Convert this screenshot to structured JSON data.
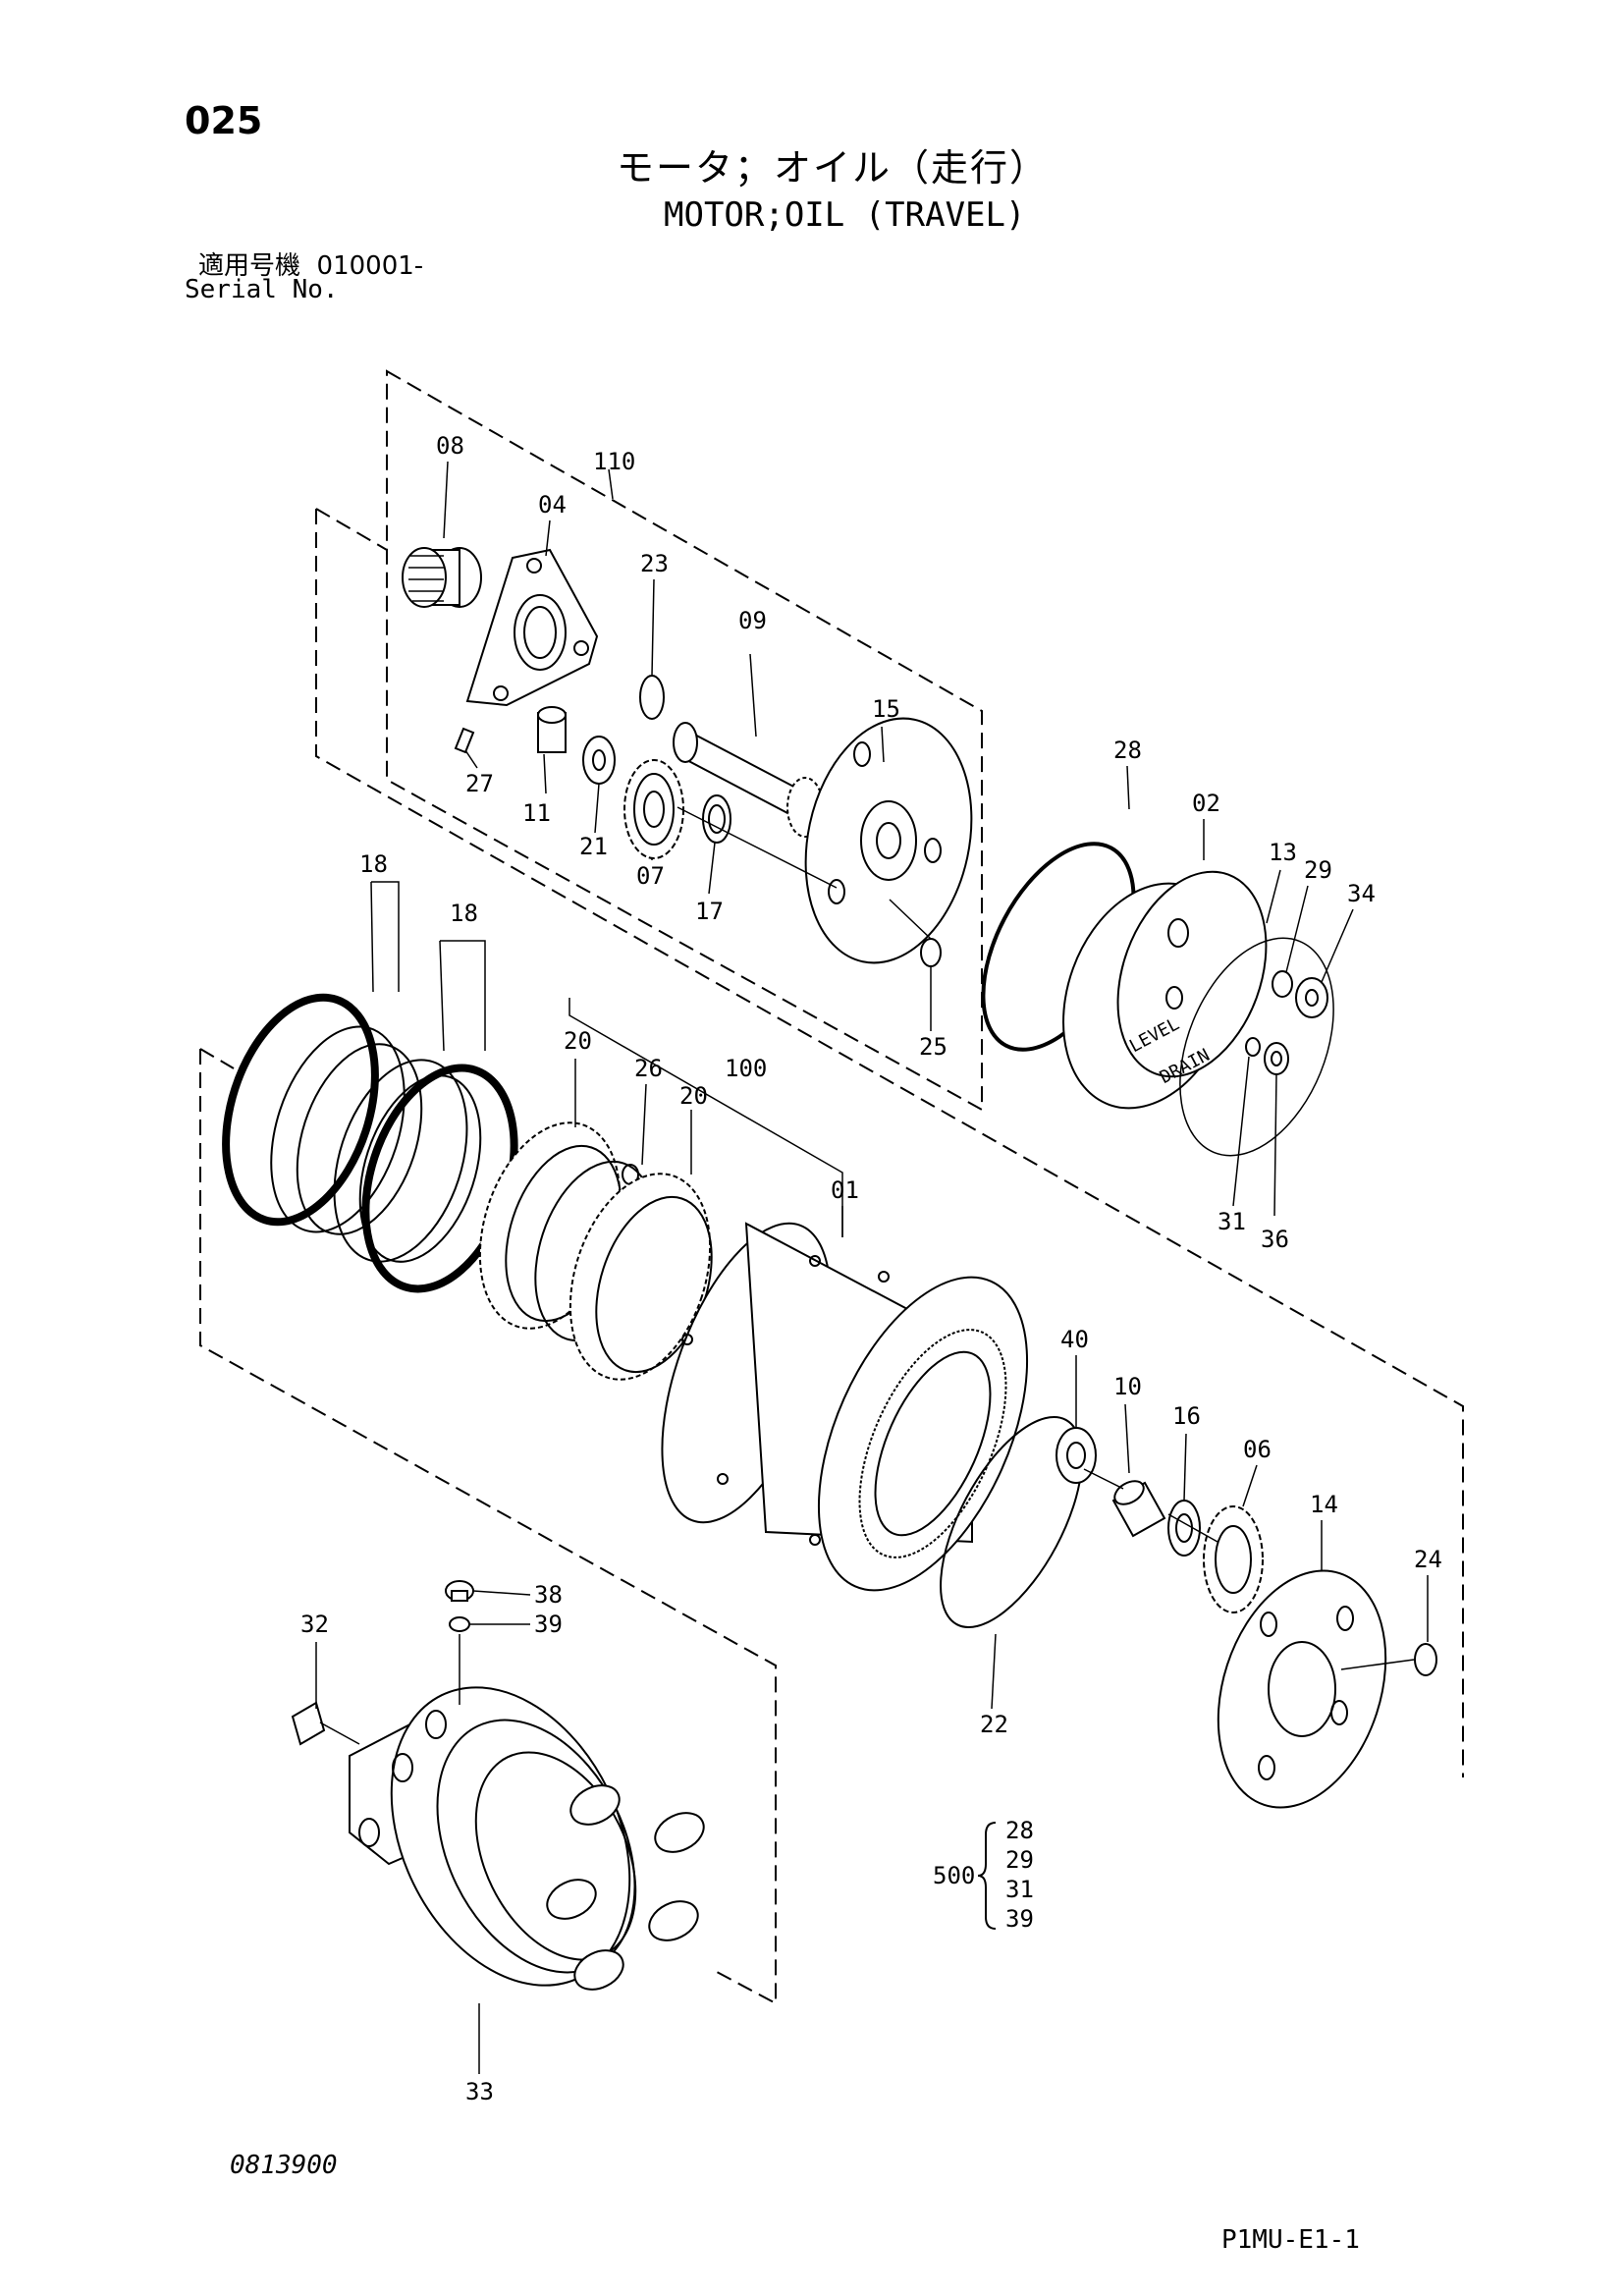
{
  "header": {
    "page_number": "025",
    "title_ja": "モータ；オイル（走行）",
    "title_en": "MOTOR;OIL (TRAVEL)",
    "serial_label_ja": "適用号機",
    "serial_value": "010001-",
    "serial_label_en": "Serial No."
  },
  "callouts": {
    "c110": "110",
    "c08": "08",
    "c04": "04",
    "c23": "23",
    "c09": "09",
    "c15": "15",
    "c27": "27",
    "c11": "11",
    "c21": "21",
    "c07": "07",
    "c17": "17",
    "c25": "25",
    "c28": "28",
    "c02": "02",
    "c13": "13",
    "c29": "29",
    "c34": "34",
    "c31": "31",
    "c36": "36",
    "c18a": "18",
    "c18b": "18",
    "c20a": "20",
    "c26": "26",
    "c20b": "20",
    "c100": "100",
    "c01": "01",
    "c40": "40",
    "c10": "10",
    "c16": "16",
    "c06": "06",
    "c14": "14",
    "c24": "24",
    "c22": "22",
    "c38": "38",
    "c39": "39",
    "c32": "32",
    "c33": "33"
  },
  "cover_markings": {
    "level": "LEVEL",
    "drain": "DRAIN"
  },
  "kit": {
    "number": "500",
    "items": [
      "28",
      "29",
      "31",
      "39"
    ]
  },
  "footer": {
    "drawing_code": "0813900",
    "page_code": "P1MU-E1-1"
  }
}
